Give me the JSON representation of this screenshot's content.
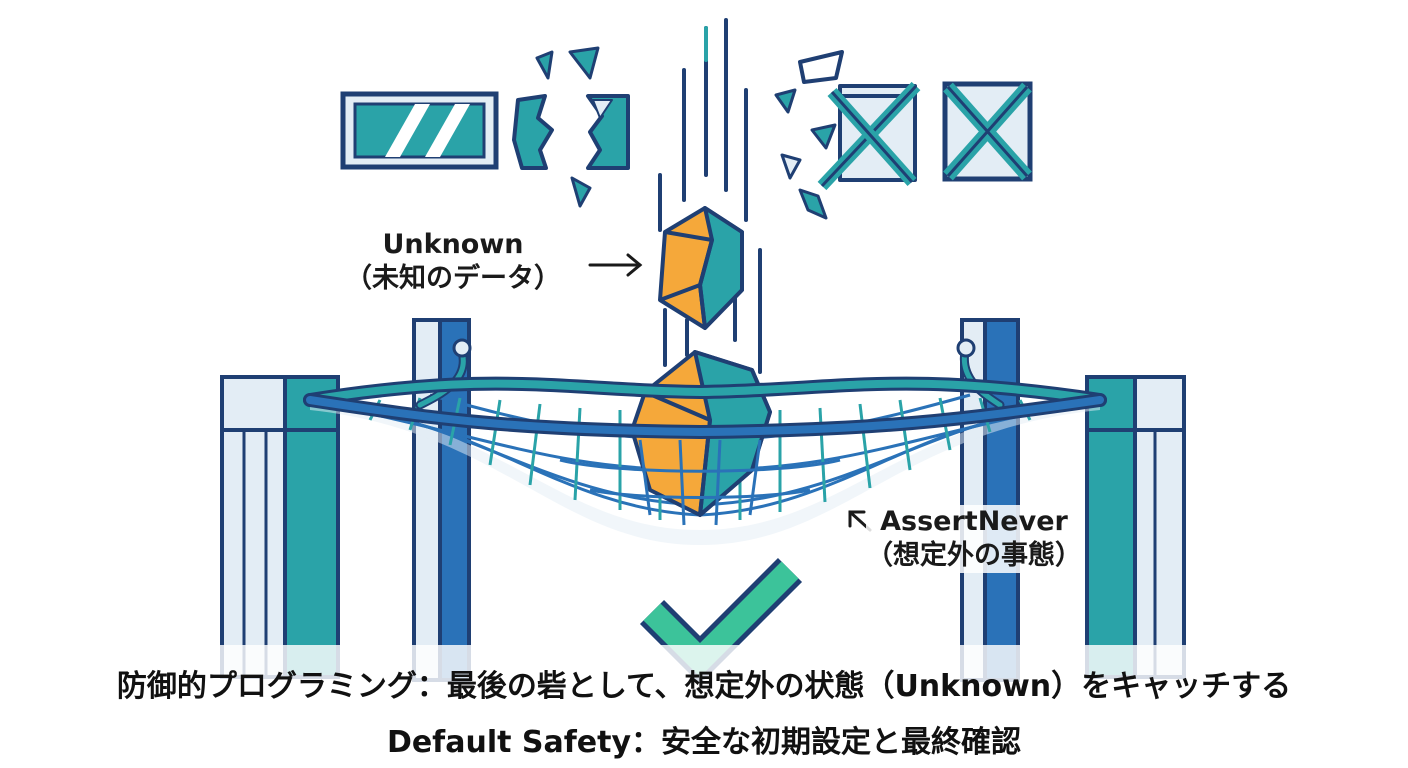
{
  "unknown_label": {
    "line1": "Unknown",
    "line2": "（未知のデータ）"
  },
  "assert_label": {
    "line1": "AssertNever",
    "line2": "（想定外の事態）"
  },
  "caption": {
    "line1": "防御的プログラミング：最後の砦として、想定外の状態（Unknown）をキャッチする",
    "line2": "Default Safety：安全な初期設定と最終確認"
  },
  "colors": {
    "navy": "#1f3f73",
    "blue": "#2a72b8",
    "teal": "#2aa3a8",
    "green": "#3cc39a",
    "orange": "#f5a83a",
    "pale": "#e3edf5"
  },
  "icons": [
    "striped-block-icon",
    "broken-block-icon",
    "crossed-box-icon",
    "gem-icon",
    "safety-net-icon",
    "checkmark-icon",
    "arrow-icon"
  ]
}
